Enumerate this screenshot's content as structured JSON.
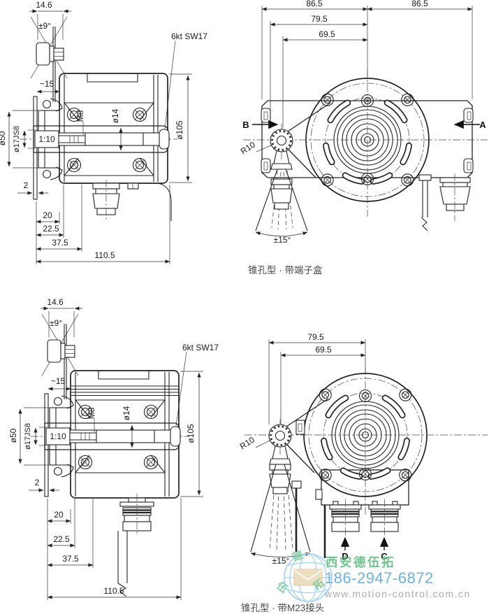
{
  "side_view": {
    "dim_top_width": "14.6",
    "dim_swing_angle": "±9°",
    "dim_clamp_depth": "~15",
    "hex_label": "6kt SW17",
    "dim_collar": "ø50",
    "dim_bore": "ø17JS8",
    "taper_ratio": "1:10",
    "thread_label": "M8",
    "dim_shaft": "ø14",
    "dim_housing": "ø105",
    "dim_plate": "2",
    "dim_20": "20",
    "dim_22_5": "22.5",
    "dim_37_5": "37.5",
    "dim_110_5": "110.5"
  },
  "front_top": {
    "dim_86_5_left": "86.5",
    "dim_86_5_right": "86.5",
    "dim_79_5": "79.5",
    "dim_69_5": "69.5",
    "radius_label": "R10",
    "swing_label": "±15°",
    "view_a": "A",
    "view_b": "B"
  },
  "front_bottom": {
    "dim_79_5": "79.5",
    "dim_69_5": "69.5",
    "radius_label": "R10",
    "swing_label": "±15°",
    "view_c": "C",
    "view_d": "D"
  },
  "captions": {
    "top": "锥孔型 · 带端子盒",
    "bottom": "锥孔型 · 带M23接头"
  },
  "watermark": {
    "company": "西安德伍拓",
    "phone": "186-2947-6872",
    "website": "www.motion-control.com.cn",
    "logo_char_top": "德",
    "logo_char_left": "伍",
    "logo_char_right": "拓",
    "colors": {
      "company_green": "#5fbe7f",
      "phone_blue": "#58a7e0",
      "website_gray": "#9aa0a4",
      "logo_blue": "#a5d3ee"
    }
  }
}
